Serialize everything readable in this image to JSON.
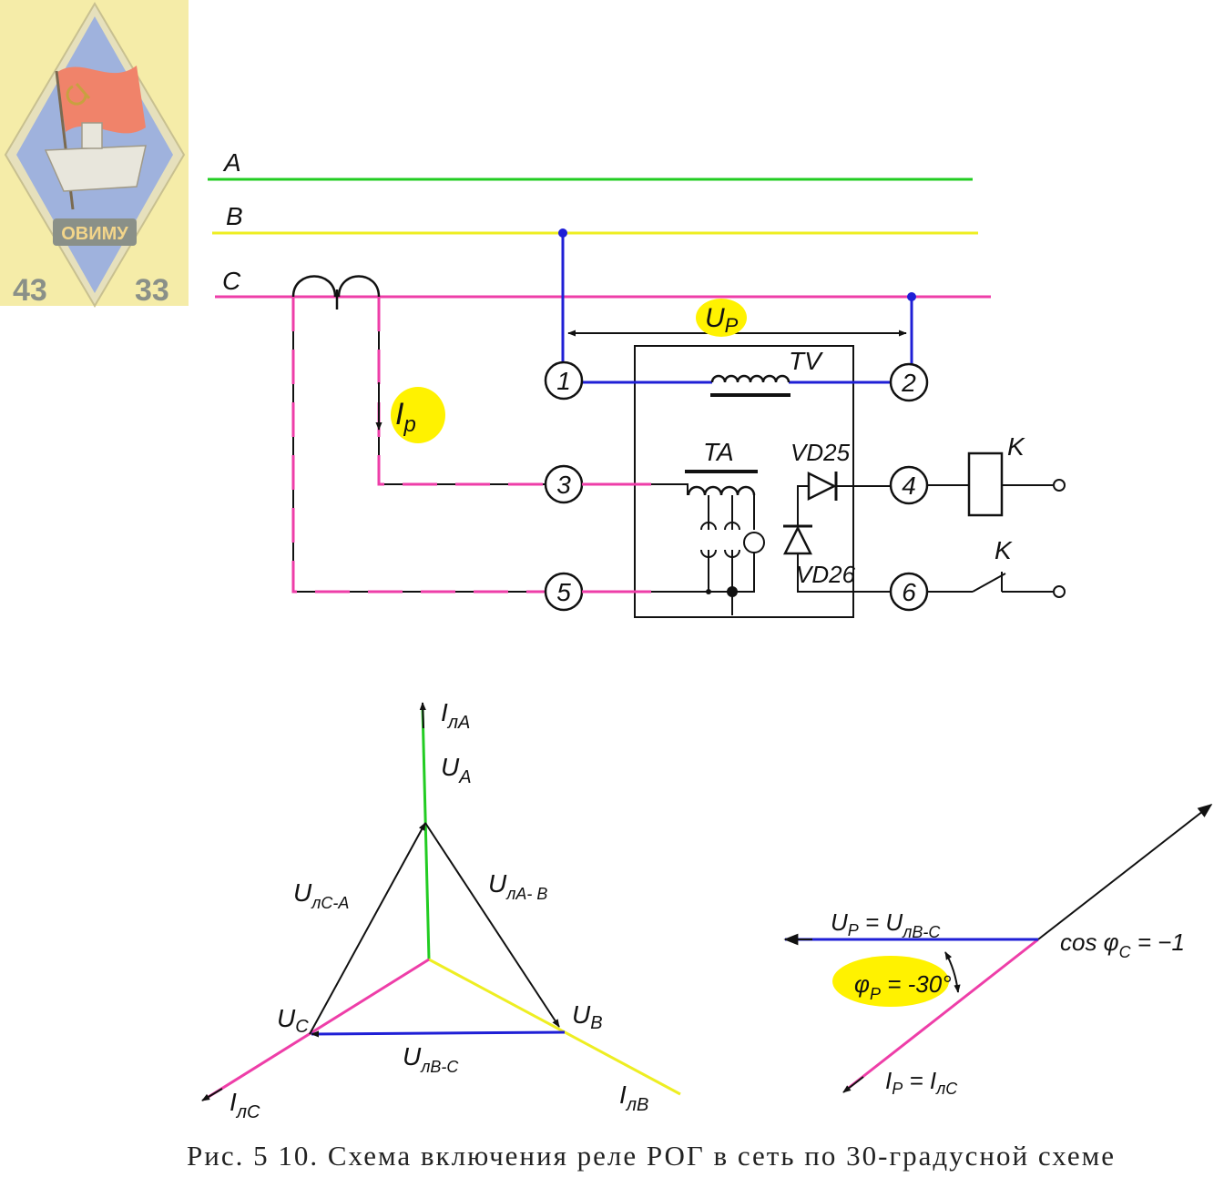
{
  "logo": {
    "name": "ОВИМУ",
    "num_left": "43",
    "num_right": "33",
    "colors": {
      "bg": "#f5eca8",
      "diamond": "#9fb2dd",
      "flag": "#f0836a",
      "text": "#f3d58a"
    }
  },
  "colors": {
    "phase_a": "#22cc22",
    "phase_b": "#eeee22",
    "phase_c": "#ee3ea8",
    "voltage": "#1f1fd6",
    "ink": "#111111",
    "highlight": "#fff200"
  },
  "circuit": {
    "bus_labels": [
      "A",
      "B",
      "C"
    ],
    "terminals": [
      "1",
      "2",
      "3",
      "4",
      "5",
      "6"
    ],
    "up_label": "U",
    "up_sub": "P",
    "ip_label": "I",
    "ip_sub": "p",
    "tv_label": "TV",
    "ta_label": "TA",
    "vd25_label": "VD25",
    "vd26_label": "VD26",
    "k_label": "K"
  },
  "vector_diagram": {
    "ila_main": "I",
    "ila_sub": "лA",
    "ua_main": "U",
    "ua_sub": "A",
    "ulca_main": "U",
    "ulca_sub": "лC-A",
    "ulab_main": "U",
    "ulab_sub": "лA- B",
    "uc_main": "U",
    "uc_sub": "C",
    "ub_main": "U",
    "ub_sub": "B",
    "ulbc_main": "U",
    "ulbc_sub": "лB-C",
    "ilc_main": "I",
    "ilc_sub": "лC",
    "ilb_main": "I",
    "ilb_sub": "лB"
  },
  "phasor_detail": {
    "up_eq": "U",
    "up_eq_sub": "P",
    "up_eq_rest": " = U",
    "up_eq_sub2": "лB-C",
    "cos_label": "cos φ",
    "cos_sub": "C",
    "cos_rest": " = −1",
    "phi_label": "φ",
    "phi_sub": "P",
    "phi_rest": " = -30°",
    "ip_eq": "I",
    "ip_eq_sub": "P",
    "ip_eq_rest": " = I",
    "ip_eq_sub2": "лC"
  },
  "caption": "Рис. 5 10. Схема включения реле РОГ в сеть по 30-градусной схеме"
}
